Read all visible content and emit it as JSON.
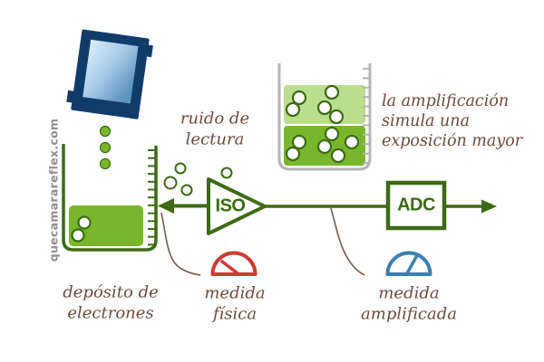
{
  "site": {
    "watermark": "quecamarareflex.com"
  },
  "diagram": {
    "labels": {
      "read_noise": "ruido de\nlectura",
      "electron_well": "depósito de\nelectrones",
      "amplification_note": "la amplificación\nsimula una\nexposición mayor",
      "physical_measure": "medida\nfísica",
      "amplified_measure": "medida\namplificada"
    },
    "nodes": {
      "amplifier": "ISO",
      "converter": "ADC"
    },
    "electron_counts": {
      "falling_from_sensor": 3,
      "in_well": 2,
      "read_noise": 4,
      "beaker_original_layer": 6,
      "beaker_amplified_layer": 5
    }
  },
  "colors": {
    "green_dark": "#3c6a14",
    "green_bright": "#78b72c",
    "green_light": "#b9df8e",
    "navy": "#113c6a",
    "screen_blue_light": "#d7eaf8",
    "screen_blue_dark": "#5e92bf",
    "text_brown": "#6b4a3d",
    "watermark_gray": "#8e8e8e",
    "connector_brown": "#70594f",
    "gauge_red": "#ce3a33",
    "gauge_blue": "#3b80b2",
    "beaker_gray": "#b4b4b4"
  }
}
